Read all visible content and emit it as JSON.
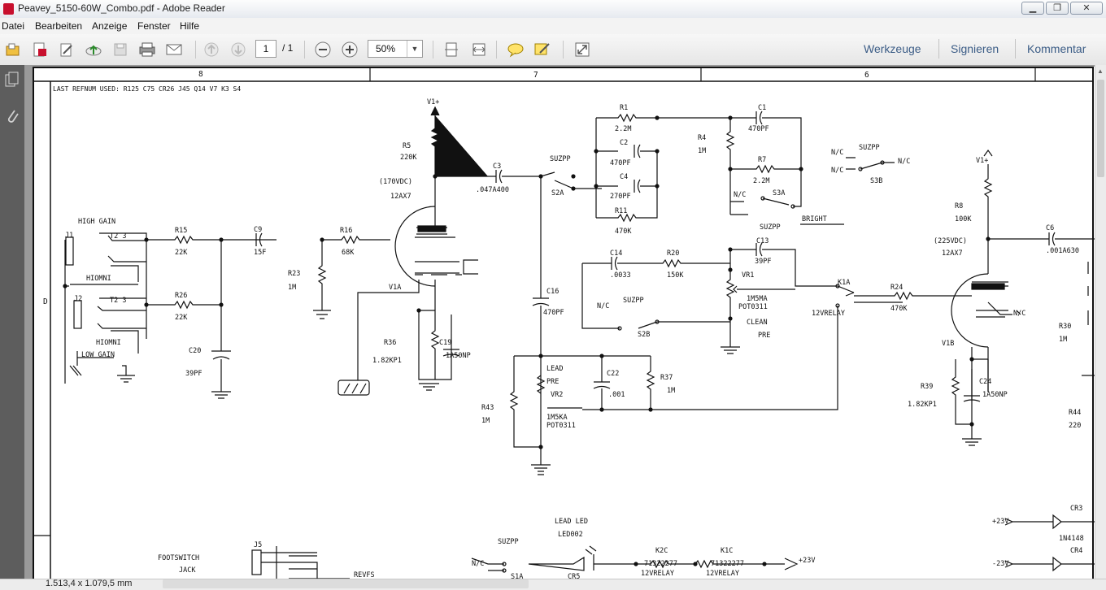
{
  "window": {
    "title": "Peavey_5150-60W_Combo.pdf - Adobe Reader",
    "minimize": "▁",
    "maximize": "❐",
    "close": "✕"
  },
  "menu": {
    "items": [
      "Datei",
      "Bearbeiten",
      "Anzeige",
      "Fenster",
      "Hilfe"
    ]
  },
  "toolbar": {
    "page_current": "1",
    "page_total": "/ 1",
    "zoom": "50%",
    "right_buttons": [
      "Werkzeuge",
      "Signieren",
      "Kommentar"
    ]
  },
  "status": {
    "page_size": "1.513,4 x 1.079,5 mm"
  },
  "schematic": {
    "columns": [
      "8",
      "7",
      "6"
    ],
    "row_marker": "D",
    "header_note": "LAST  REFNUM  USED:  R125  C75  CR26  J45  Q14  V7  K3  S4",
    "labels": {
      "j1": "J1",
      "high_gain": "HIGH  GAIN",
      "j2": "J2",
      "hiomni_1": "HIOMNI",
      "hiomni_2": "HIOMNI",
      "low_gain": "LOW  GAIN",
      "t2a": "T2  3",
      "t2b": "T2  3",
      "r15": "R15",
      "r15v": "22K",
      "r26": "R26",
      "r26v": "22K",
      "c20": "C20",
      "c20v": "39PF",
      "c9": "C9",
      "c9v": "15F",
      "r23": "R23",
      "r23v": "1M",
      "r16": "R16",
      "r16v": "68K",
      "v1plus": "V1+",
      "r5": "R5",
      "r5v": "220K",
      "vdc170": "(170VDC)",
      "tube12ax7a": "12AX7",
      "v1a": "V1A",
      "r36": "R36",
      "r36v": "1.82KP1",
      "c19": "C19",
      "c19v": "1A50NP",
      "c3": "C3",
      "c3v": ".047A400",
      "suzpp1": "SUZPP",
      "s2a": "S2A",
      "c16": "C16",
      "c16v": "470PF",
      "r1": "R1",
      "r1v": "2.2M",
      "c2": "C2",
      "c2v": "470PF",
      "c4": "C4",
      "c4v": "270PF",
      "r11": "R11",
      "r11v": "470K",
      "r4": "R4",
      "r4v": "1M",
      "c1": "C1",
      "c1v": "470PF",
      "r7": "R7",
      "r7v": "2.2M",
      "nc1": "N/C",
      "s3a": "S3A",
      "suzpp2": "SUZPP",
      "bright": "BRIGHT",
      "nc2": "N/C",
      "suzpp3": "SUZPP",
      "nc3": "N/C",
      "s3b": "S3B",
      "c14": "C14",
      "c14v": ".0033",
      "r20": "R20",
      "r20v": "150K",
      "c13": "C13",
      "c13v": "39PF",
      "vr1": "VR1",
      "vr1v": "1M5MA",
      "pot1": "POT0311",
      "clean": "CLEAN",
      "pre": "PRE",
      "nc4": "N/C",
      "suzpp4": "SUZPP",
      "s2b": "S2B",
      "k1a": "K1A",
      "relay1": "12VRELAY",
      "r24": "R24",
      "r24v": "470K",
      "lead": "LEAD",
      "pre2": "PRE",
      "vr2": "VR2",
      "vr2v": "1M5KA",
      "pot2": "POT0311",
      "c22": "C22",
      "c22v": ".001",
      "r37": "R37",
      "r37v": "1M",
      "r43": "R43",
      "r43v": "1M",
      "vplus2": "V1+",
      "r8": "R8",
      "r8v": "100K",
      "c6": "C6",
      "c6v": ".001A630",
      "vdc225": "(225VDC)",
      "tube12ax7b": "12AX7",
      "v1b": "V1B",
      "r39": "R39",
      "r39v": "1.82KP1",
      "c24": "C24",
      "c24v": "1A50NP",
      "r30": "R30",
      "r30v": "1M",
      "nc5": "N/C",
      "r44": "R44",
      "r44v": "220",
      "leadled": "LEAD  LED",
      "led002": "LED002",
      "cr5": "CR5",
      "j5": "J5",
      "footswitch": "FOOTSWITCH",
      "jack": "JACK",
      "revfs": "REVFS",
      "suzpp5": "SUZPP",
      "nc6": "N/C",
      "s1a": "S1A",
      "k2c": "K2C",
      "k2cv": "71322277",
      "relay2": "12VRELAY",
      "k1c": "K1C",
      "k1cv": "71322277",
      "relay3": "12VRELAY",
      "v23a": "+23V",
      "v23b": "+23V",
      "v23c": "-23V",
      "cr3": "CR3",
      "cr4": "CR4",
      "in4148": "1N4148",
      "nc7": "N/C"
    }
  }
}
